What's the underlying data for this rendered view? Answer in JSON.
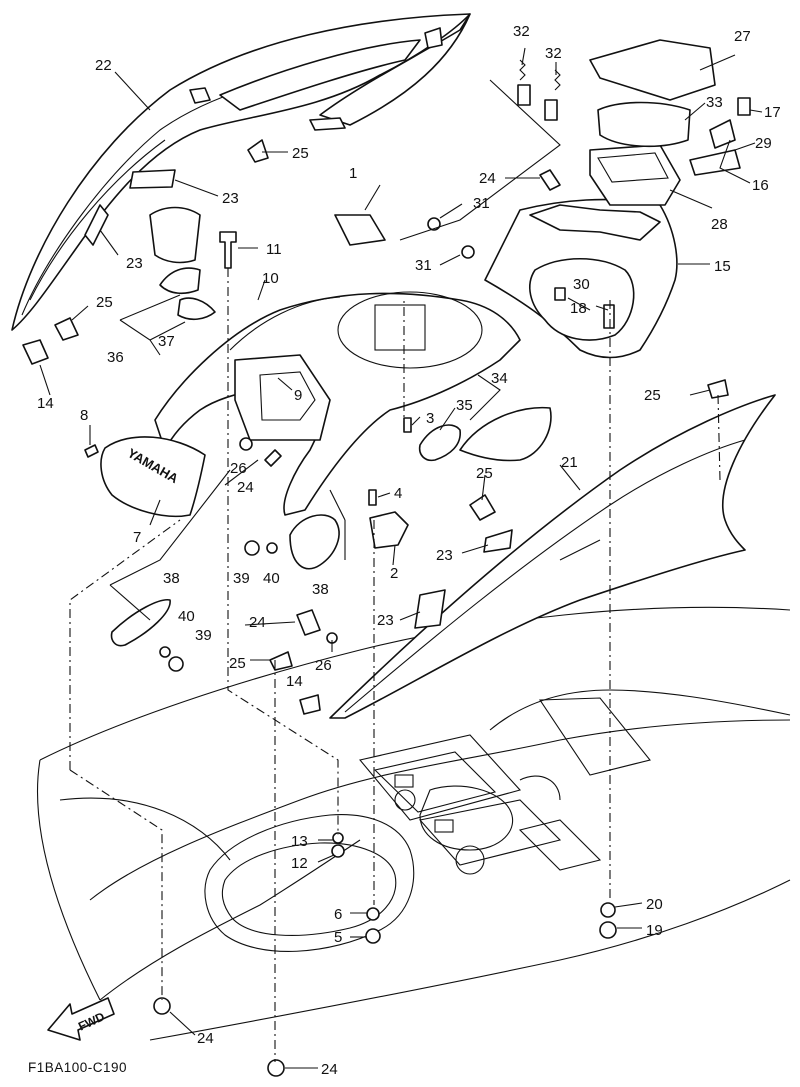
{
  "caption": "F1BA100-C190",
  "fwd_label": "FWD",
  "callouts": [
    "22",
    "25",
    "23",
    "23",
    "25",
    "14",
    "36",
    "37",
    "11",
    "10",
    "9",
    "8",
    "26",
    "24",
    "7",
    "38",
    "39",
    "40",
    "38",
    "40",
    "39",
    "24",
    "26",
    "25",
    "14",
    "1",
    "32",
    "32",
    "27",
    "33",
    "17",
    "29",
    "16",
    "24",
    "31",
    "31",
    "28",
    "15",
    "30",
    "18",
    "25",
    "3",
    "34",
    "35",
    "4",
    "25",
    "21",
    "2",
    "23",
    "23",
    "13",
    "12",
    "6",
    "5",
    "20",
    "19",
    "24",
    "24"
  ],
  "brand_text": "YAMAHA"
}
